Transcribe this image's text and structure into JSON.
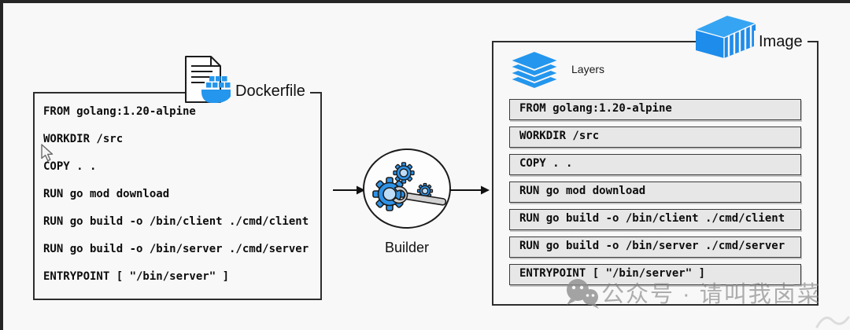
{
  "diagram": {
    "dockerfile": {
      "label": "Dockerfile",
      "lines": [
        "FROM golang:1.20-alpine",
        "WORKDIR /src",
        "COPY . .",
        "RUN go mod download",
        "RUN go build -o /bin/client ./cmd/client",
        "RUN go build -o /bin/server ./cmd/server",
        "ENTRYPOINT [ \"/bin/server\" ]"
      ]
    },
    "builder": {
      "label": "Builder"
    },
    "image": {
      "label": "Image",
      "layers_label": "Layers",
      "layers": [
        "FROM golang:1.20-alpine",
        "WORKDIR /src",
        "COPY . .",
        "RUN go mod download",
        "RUN go build -o /bin/client ./cmd/client",
        "RUN go build -o /bin/server ./cmd/server",
        "ENTRYPOINT [ \"/bin/server\" ]"
      ]
    },
    "watermark": {
      "text": "公众号 · 请叫我卤菜"
    },
    "icons": {
      "dockerfile": "document-with-docker-whale",
      "image": "shipping-container",
      "layers": "stacked-layers",
      "builder": "gears-and-wrench",
      "watermark": "wechat-logo",
      "cursor": "mouse-pointer"
    },
    "colors": {
      "docker_blue": "#2496ed",
      "gear_blue": "#2e93e8",
      "row_fill": "#e7e7e7",
      "box_border": "#2d2d2d",
      "background": "#f8f8f8",
      "frame": "#262626",
      "watermark_gray": "#a8a8a8"
    }
  }
}
